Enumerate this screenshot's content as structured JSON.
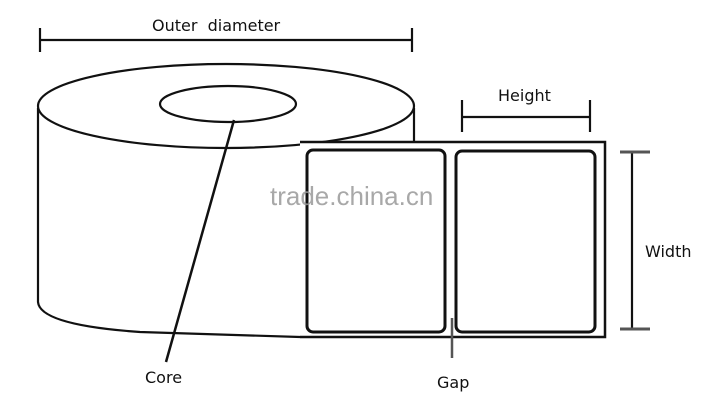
{
  "labels": {
    "outer_diameter": "Outer  diameter",
    "height": "Height",
    "width": "Width",
    "core": "Core",
    "gap": "Gap"
  },
  "watermark": "trade.china.cn",
  "colors": {
    "stroke": "#111111",
    "watermark": "#9a9a9a"
  }
}
